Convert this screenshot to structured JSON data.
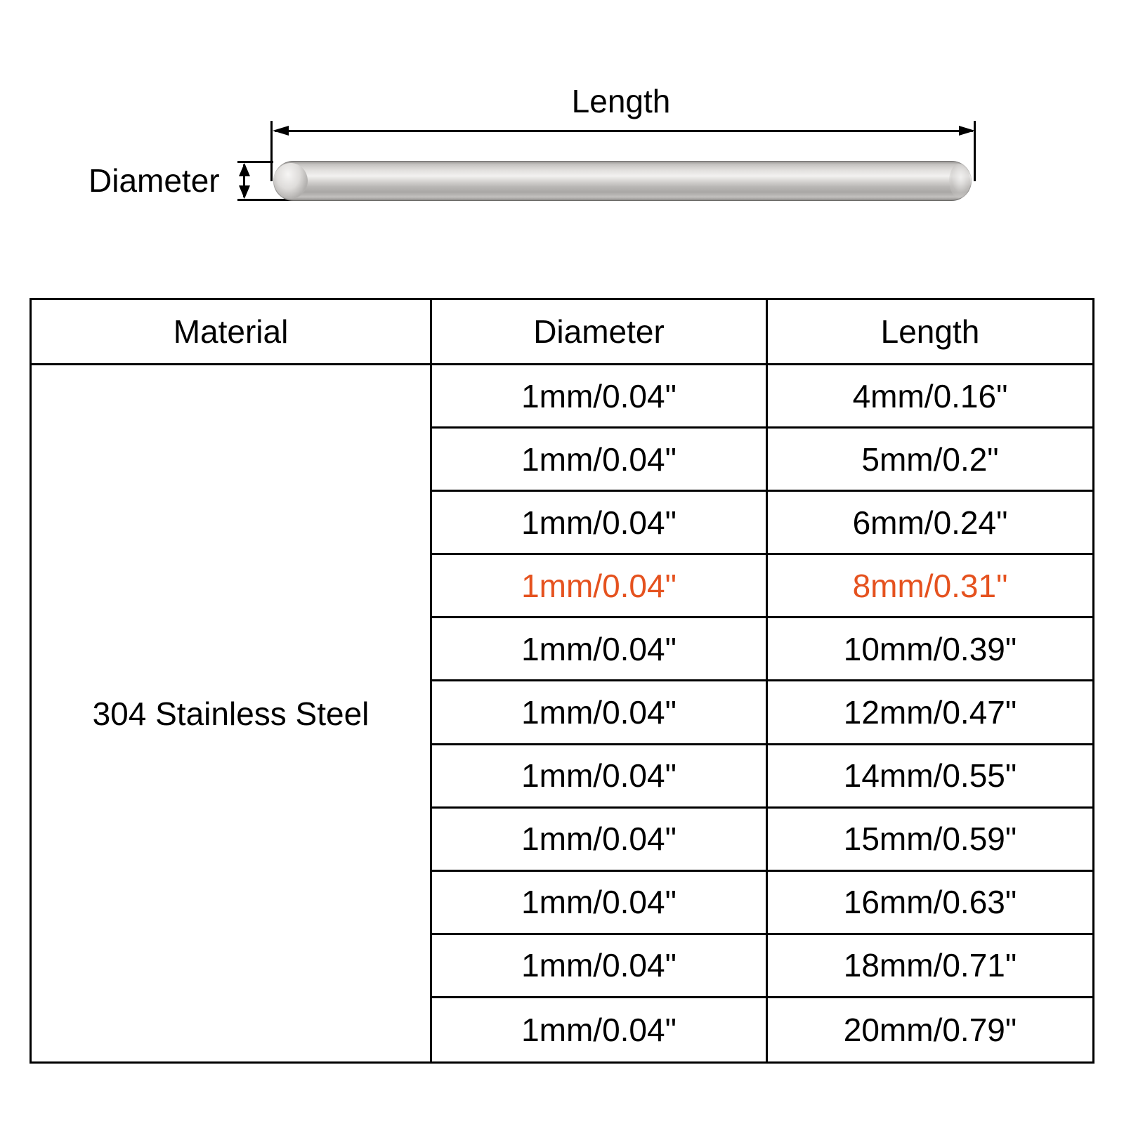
{
  "colors": {
    "highlight": "#E5521F",
    "border": "#000000",
    "text": "#000000",
    "background": "#FFFFFF"
  },
  "diagram": {
    "length_label": "Length",
    "diameter_label": "Diameter"
  },
  "table": {
    "headers": [
      "Material",
      "Diameter",
      "Length"
    ],
    "material": "304 Stainless Steel",
    "rows": [
      {
        "diameter": "1mm/0.04\"",
        "length": "4mm/0.16\"",
        "highlight": false
      },
      {
        "diameter": "1mm/0.04\"",
        "length": "5mm/0.2\"",
        "highlight": false
      },
      {
        "diameter": "1mm/0.04\"",
        "length": "6mm/0.24\"",
        "highlight": false
      },
      {
        "diameter": "1mm/0.04\"",
        "length": "8mm/0.31\"",
        "highlight": true
      },
      {
        "diameter": "1mm/0.04\"",
        "length": "10mm/0.39\"",
        "highlight": false
      },
      {
        "diameter": "1mm/0.04\"",
        "length": "12mm/0.47\"",
        "highlight": false
      },
      {
        "diameter": "1mm/0.04\"",
        "length": "14mm/0.55\"",
        "highlight": false
      },
      {
        "diameter": "1mm/0.04\"",
        "length": "15mm/0.59\"",
        "highlight": false
      },
      {
        "diameter": "1mm/0.04\"",
        "length": "16mm/0.63\"",
        "highlight": false
      },
      {
        "diameter": "1mm/0.04\"",
        "length": "18mm/0.71\"",
        "highlight": false
      },
      {
        "diameter": "1mm/0.04\"",
        "length": "20mm/0.79\"",
        "highlight": false
      }
    ]
  }
}
